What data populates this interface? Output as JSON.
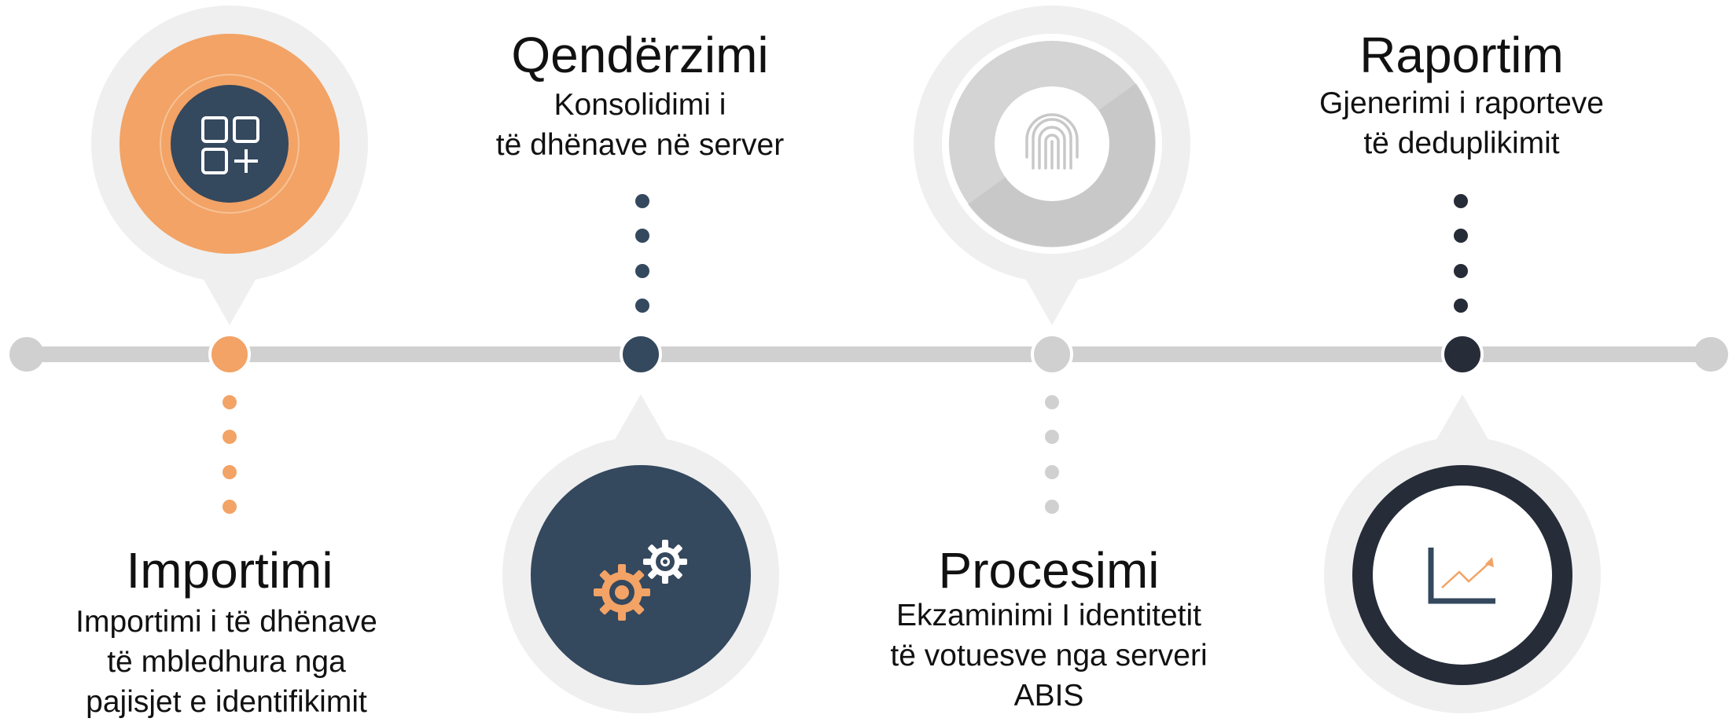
{
  "colors": {
    "orange": "#F2A365",
    "navy": "#34485E",
    "dark": "#262C38",
    "gray": "#C8C8C8",
    "light_gray": "#EFEFEF",
    "line": "#D0D0D0"
  },
  "steps": [
    {
      "title": "Importimi",
      "desc": [
        "Importimi i të dhënave",
        "të mbledhura nga",
        "pajisjet e identifikimit"
      ],
      "icon": "apps-add-icon"
    },
    {
      "title": "Qendërzimi",
      "desc": [
        "Konsolidimi i",
        "të dhënave në server"
      ],
      "icon": "gears-icon"
    },
    {
      "title": "Procesimi",
      "desc": [
        "Ekzaminimi I identitetit",
        "të votuesve nga serveri",
        "ABIS"
      ],
      "icon": "fingerprint-icon"
    },
    {
      "title": "Raportim",
      "desc": [
        "Gjenerimi i raporteve",
        "të deduplikimit"
      ],
      "icon": "trend-chart-icon"
    }
  ]
}
